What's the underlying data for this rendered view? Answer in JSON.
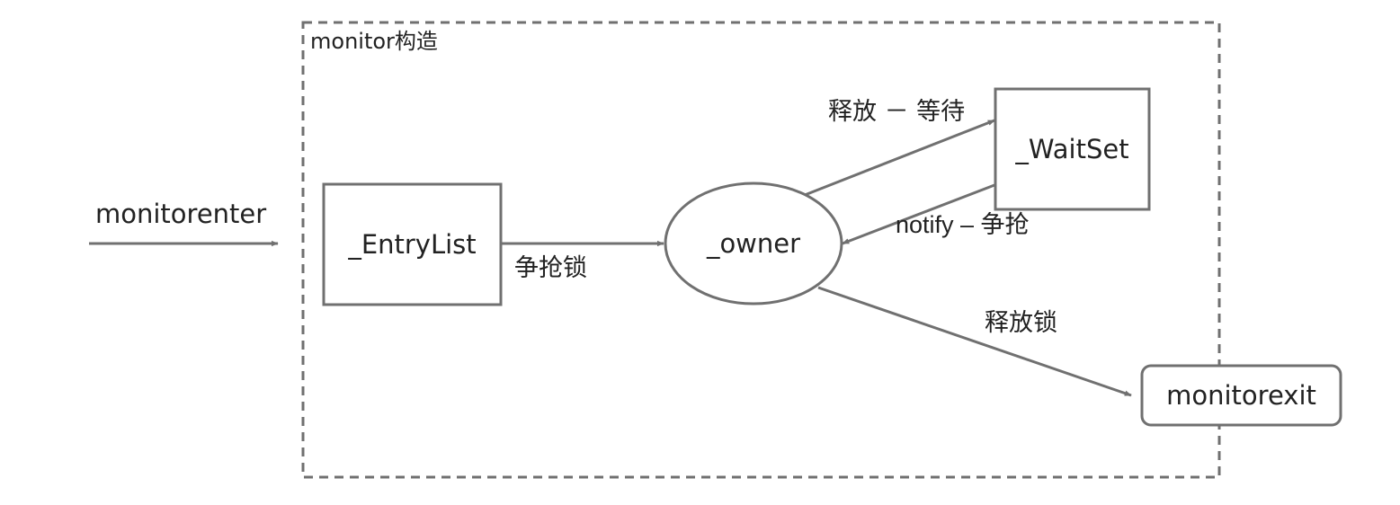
{
  "frame": {
    "title": "monitor构造"
  },
  "entry": {
    "label": "monitorenter"
  },
  "nodes": {
    "entry_list": "_EntryList",
    "owner": "_owner",
    "wait_set": "_WaitSet",
    "exit": "monitorexit"
  },
  "edges": {
    "acquire": "争抢锁",
    "release_wait": "释放 － 等待",
    "notify": "notify – 争抢",
    "release_lock": "释放锁"
  },
  "colors": {
    "stroke": "#707070",
    "text": "#222222",
    "background": "#ffffff"
  }
}
